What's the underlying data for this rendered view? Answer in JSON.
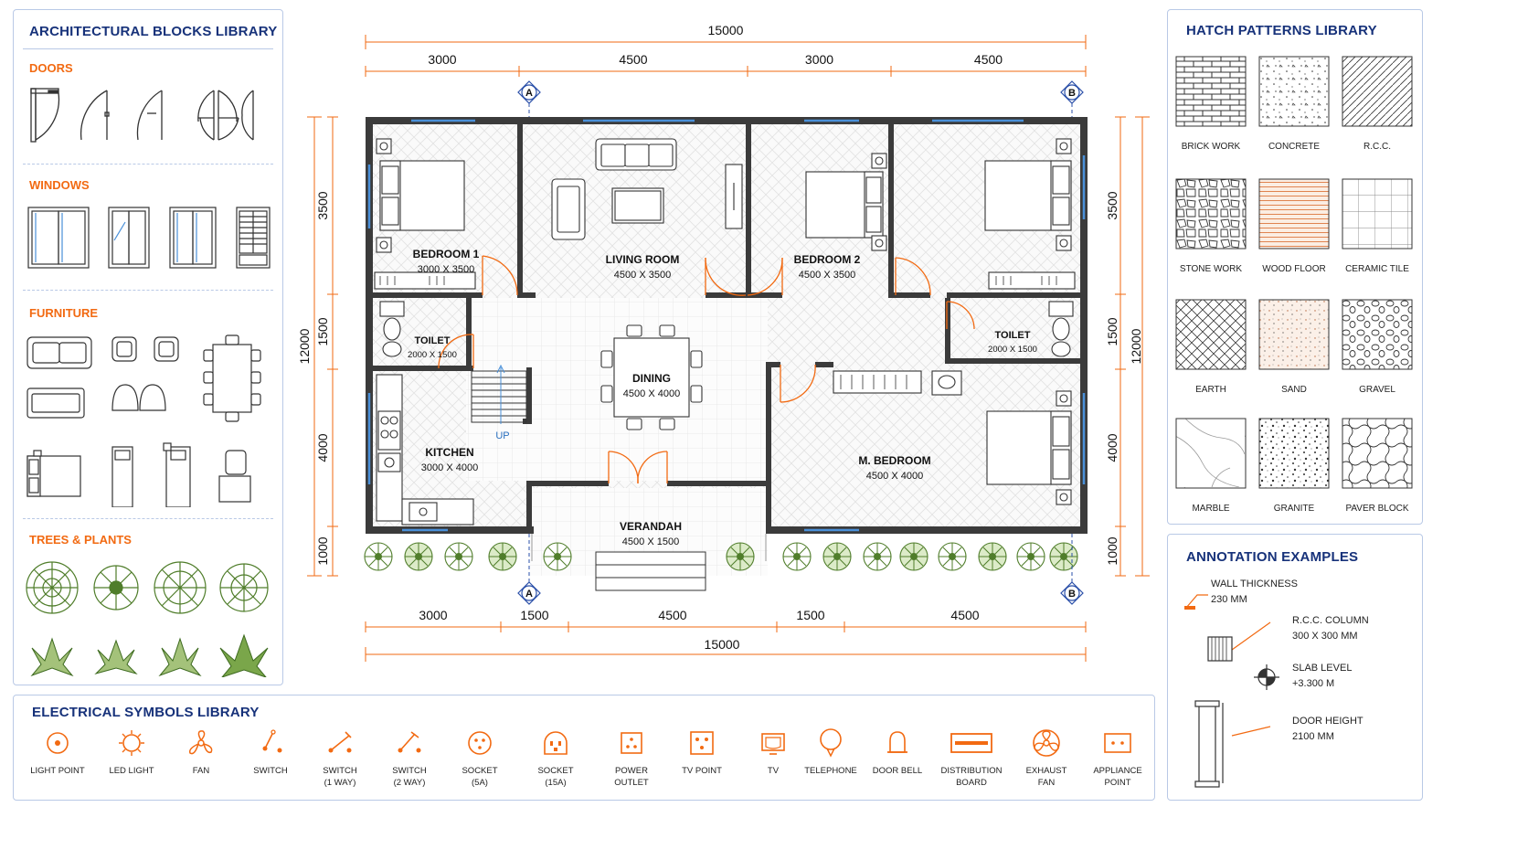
{
  "blocks": {
    "title": "ARCHITECTURAL BLOCKS LIBRARY",
    "doors_label": "DOORS",
    "windows_label": "WINDOWS",
    "furniture_label": "FURNITURE",
    "trees_label": "TREES & PLANTS"
  },
  "hatch": {
    "title": "HATCH PATTERNS LIBRARY",
    "items": [
      {
        "label": "BRICK WORK",
        "pattern": "brick"
      },
      {
        "label": "CONCRETE",
        "pattern": "concrete"
      },
      {
        "label": "R.C.C.",
        "pattern": "rcc"
      },
      {
        "label": "STONE WORK",
        "pattern": "stone"
      },
      {
        "label": "WOOD FLOOR",
        "pattern": "wood"
      },
      {
        "label": "CERAMIC TILE",
        "pattern": "tile"
      },
      {
        "label": "EARTH",
        "pattern": "earth"
      },
      {
        "label": "SAND",
        "pattern": "sand"
      },
      {
        "label": "GRAVEL",
        "pattern": "gravel"
      },
      {
        "label": "MARBLE",
        "pattern": "marble"
      },
      {
        "label": "GRANITE",
        "pattern": "granite"
      },
      {
        "label": "PAVER BLOCK",
        "pattern": "paver"
      }
    ]
  },
  "annotation": {
    "title": "ANNOTATION EXAMPLES",
    "wall_line1": "WALL THICKNESS",
    "wall_line2": "230 MM",
    "column_line1": "R.C.C. COLUMN",
    "column_line2": "300 X 300 MM",
    "slab_line1": "SLAB LEVEL",
    "slab_line2": "+3.300 M",
    "door_line1": "DOOR HEIGHT",
    "door_line2": "2100 MM"
  },
  "electrical": {
    "title": "ELECTRICAL SYMBOLS LIBRARY",
    "items": [
      {
        "line1": "LIGHT POINT",
        "line2": "",
        "icon": "light-point"
      },
      {
        "line1": "LED LIGHT",
        "line2": "",
        "icon": "led-light"
      },
      {
        "line1": "FAN",
        "line2": "",
        "icon": "fan"
      },
      {
        "line1": "SWITCH",
        "line2": "",
        "icon": "switch"
      },
      {
        "line1": "SWITCH",
        "line2": "(1 WAY)",
        "icon": "switch-1way"
      },
      {
        "line1": "SWITCH",
        "line2": "(2 WAY)",
        "icon": "switch-2way"
      },
      {
        "line1": "SOCKET",
        "line2": "(5A)",
        "icon": "socket-5a"
      },
      {
        "line1": "SOCKET",
        "line2": "(15A)",
        "icon": "socket-15a"
      },
      {
        "line1": "POWER",
        "line2": "OUTLET",
        "icon": "power-outlet"
      },
      {
        "line1": "TV POINT",
        "line2": "",
        "icon": "tv-point"
      },
      {
        "line1": "TV",
        "line2": "",
        "icon": "tv"
      },
      {
        "line1": "TELEPHONE",
        "line2": "",
        "icon": "telephone"
      },
      {
        "line1": "DOOR BELL",
        "line2": "",
        "icon": "door-bell"
      },
      {
        "line1": "DISTRIBUTION",
        "line2": "BOARD",
        "icon": "distribution-board"
      },
      {
        "line1": "EXHAUST",
        "line2": "FAN",
        "icon": "exhaust-fan"
      },
      {
        "line1": "APPLIANCE",
        "line2": "POINT",
        "icon": "appliance-point"
      }
    ]
  },
  "plan": {
    "top_total": "15000",
    "top_segments": [
      "3000",
      "4500",
      "3000",
      "4500"
    ],
    "bottom_segments": [
      "3000",
      "1500",
      "4500",
      "1500",
      "4500"
    ],
    "bottom_total": "15000",
    "left_segments": [
      "3500",
      "1500",
      "4000",
      "1000"
    ],
    "left_total": "12000",
    "right_segments": [
      "3500",
      "1500",
      "4000",
      "1000"
    ],
    "right_total": "12000",
    "grid_a": "A",
    "grid_b": "B",
    "up_label": "UP",
    "rooms": [
      {
        "id": "bedroom-1",
        "name": "BEDROOM 1",
        "size": "3000 X 3500"
      },
      {
        "id": "living-room",
        "name": "LIVING ROOM",
        "size": "4500 X 3500"
      },
      {
        "id": "bedroom-2",
        "name": "BEDROOM 2",
        "size": "4500 X 3500"
      },
      {
        "id": "toilet-left",
        "name": "TOILET",
        "size": "2000 X 1500"
      },
      {
        "id": "dining",
        "name": "DINING",
        "size": "4500 X 4000"
      },
      {
        "id": "toilet-right",
        "name": "TOILET",
        "size": "2000 X 1500"
      },
      {
        "id": "kitchen",
        "name": "KITCHEN",
        "size": "3000 X 4000"
      },
      {
        "id": "master-bedroom",
        "name": "M. BEDROOM",
        "size": "4500 X 4000"
      },
      {
        "id": "verandah",
        "name": "VERANDAH",
        "size": "4500 X 1500"
      }
    ]
  },
  "colors": {
    "accent": "#f26a12",
    "title": "#17327a",
    "panel_border": "#b9c9e6",
    "wall": "#3b3b3b",
    "window": "#4a90d9",
    "tree": "#4f7d2a"
  }
}
